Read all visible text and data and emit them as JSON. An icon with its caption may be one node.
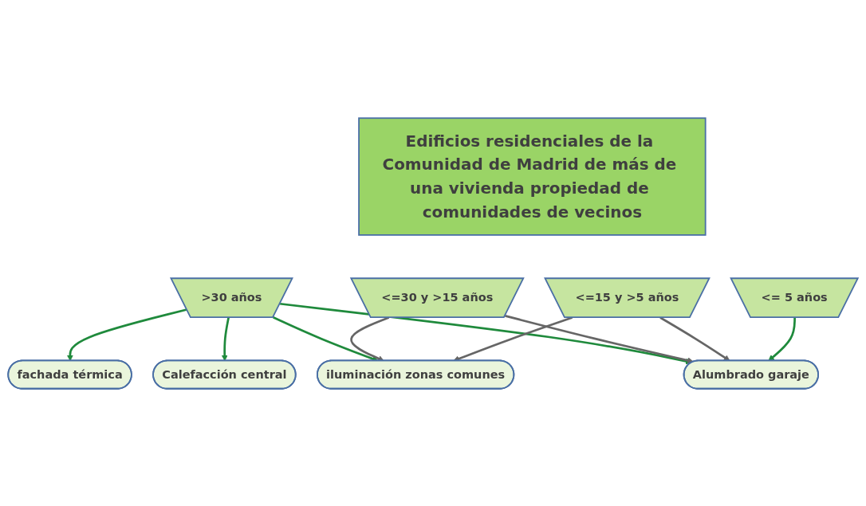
{
  "diagram": {
    "nodes": [
      {
        "text": [
          "Edificios residenciales de la Comunidad de Madrid de más de una vivienda propiedad de comunidades de vecinos"
        ]
      },
      {
        "text": [
          ">30 años"
        ]
      },
      {
        "text": [
          "<=30 y >15 años"
        ]
      },
      {
        "text": [
          "<=15 y >5 años"
        ]
      },
      {
        "text": [
          "<= 5 años"
        ]
      },
      {
        "text": [
          "fachada térmica"
        ]
      },
      {
        "text": [
          "Alumbrado garaje"
        ]
      },
      {
        "text": [
          "Calefacción central"
        ]
      },
      {
        "text": [
          "iluminación zonas comunes"
        ]
      }
    ],
    "edges": [
      {
        "from": 1,
        "to": 5,
        "arrow": "to"
      },
      {
        "from": 1,
        "to": 7,
        "arrow": "to"
      },
      {
        "from": 1,
        "to": 8,
        "arrow": "to"
      },
      {
        "from": 1,
        "to": 6,
        "arrow": "to"
      },
      {
        "from": 2,
        "to": 8,
        "arrow": "to",
        "color": "#666666"
      },
      {
        "from": 3,
        "to": 8,
        "arrow": "to",
        "color": "#666666"
      },
      {
        "from": 2,
        "to": 6,
        "arrow": "to",
        "color": "#666666"
      },
      {
        "from": 3,
        "to": 6,
        "arrow": "to",
        "color": "#666666"
      },
      {
        "from": 4,
        "to": 6,
        "arrow": "to"
      }
    ]
  }
}
